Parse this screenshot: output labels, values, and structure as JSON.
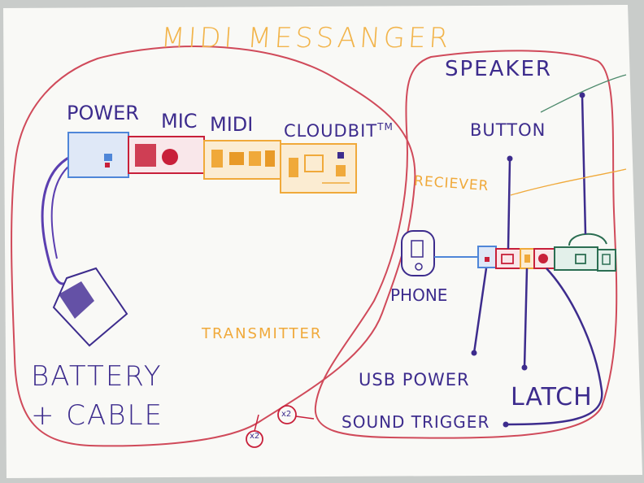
{
  "title": "MIDI MESSANGER",
  "transmitter": {
    "group_label": "TRANSMITTER",
    "modules": {
      "power": "POWER",
      "mic": "MIC",
      "midi": "MIDI",
      "cloudbit": "CLOUDBIT",
      "trademark": "TM"
    },
    "battery_line1": "BATTERY",
    "battery_line2": "+ CABLE"
  },
  "receiver": {
    "group_label": "RECIEVER",
    "speaker": "SPEAKER",
    "button": "BUTTON",
    "phone": "PHONE",
    "usb_power": "USB POWER",
    "latch": "LATCH",
    "sound_trigger": "SOUND TRIGGER"
  },
  "multipliers": [
    "x2",
    "x2"
  ],
  "colors": {
    "paper": "#f9f9f6",
    "boundary_red": "#d04a5a",
    "ink_purple": "#3d2c8d",
    "orange": "#f0a93a",
    "blue": "#4f86d8",
    "green": "#2b6e52",
    "mic_red": "#c8203a"
  }
}
